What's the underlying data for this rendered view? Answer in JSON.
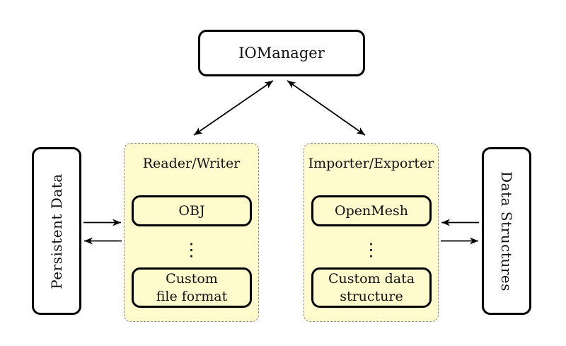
{
  "diagram": {
    "top_node": {
      "label": "IOManager"
    },
    "left_column": {
      "label": "Persistent Data"
    },
    "right_column": {
      "label": "Data Structures"
    },
    "reader_writer": {
      "title": "Reader/Writer",
      "items": [
        "OBJ",
        "Custom\nfile format"
      ],
      "ellipsis": "⋮"
    },
    "importer_exporter": {
      "title": "Importer/Exporter",
      "items": [
        "OpenMesh",
        "Custom data\nstructure"
      ],
      "ellipsis": "⋮"
    },
    "arrows": [
      {
        "name": "iomanager-readerwriter",
        "type": "double-headed-diagonal"
      },
      {
        "name": "iomanager-importerexporter",
        "type": "double-headed-diagonal"
      },
      {
        "name": "persistentdata-to-readerwriter",
        "type": "single-right"
      },
      {
        "name": "readerwriter-to-persistentdata",
        "type": "single-left"
      },
      {
        "name": "datastructures-to-importerexporter",
        "type": "single-left"
      },
      {
        "name": "importerexporter-to-datastructures",
        "type": "single-right"
      }
    ],
    "colors": {
      "container_fill": "#FFFBCC",
      "container_border": "#8A8A8A",
      "node_border": "#000000",
      "node_fill": "#FFFFFF",
      "background": "#FFFFFF",
      "arrow": "#000000"
    }
  }
}
